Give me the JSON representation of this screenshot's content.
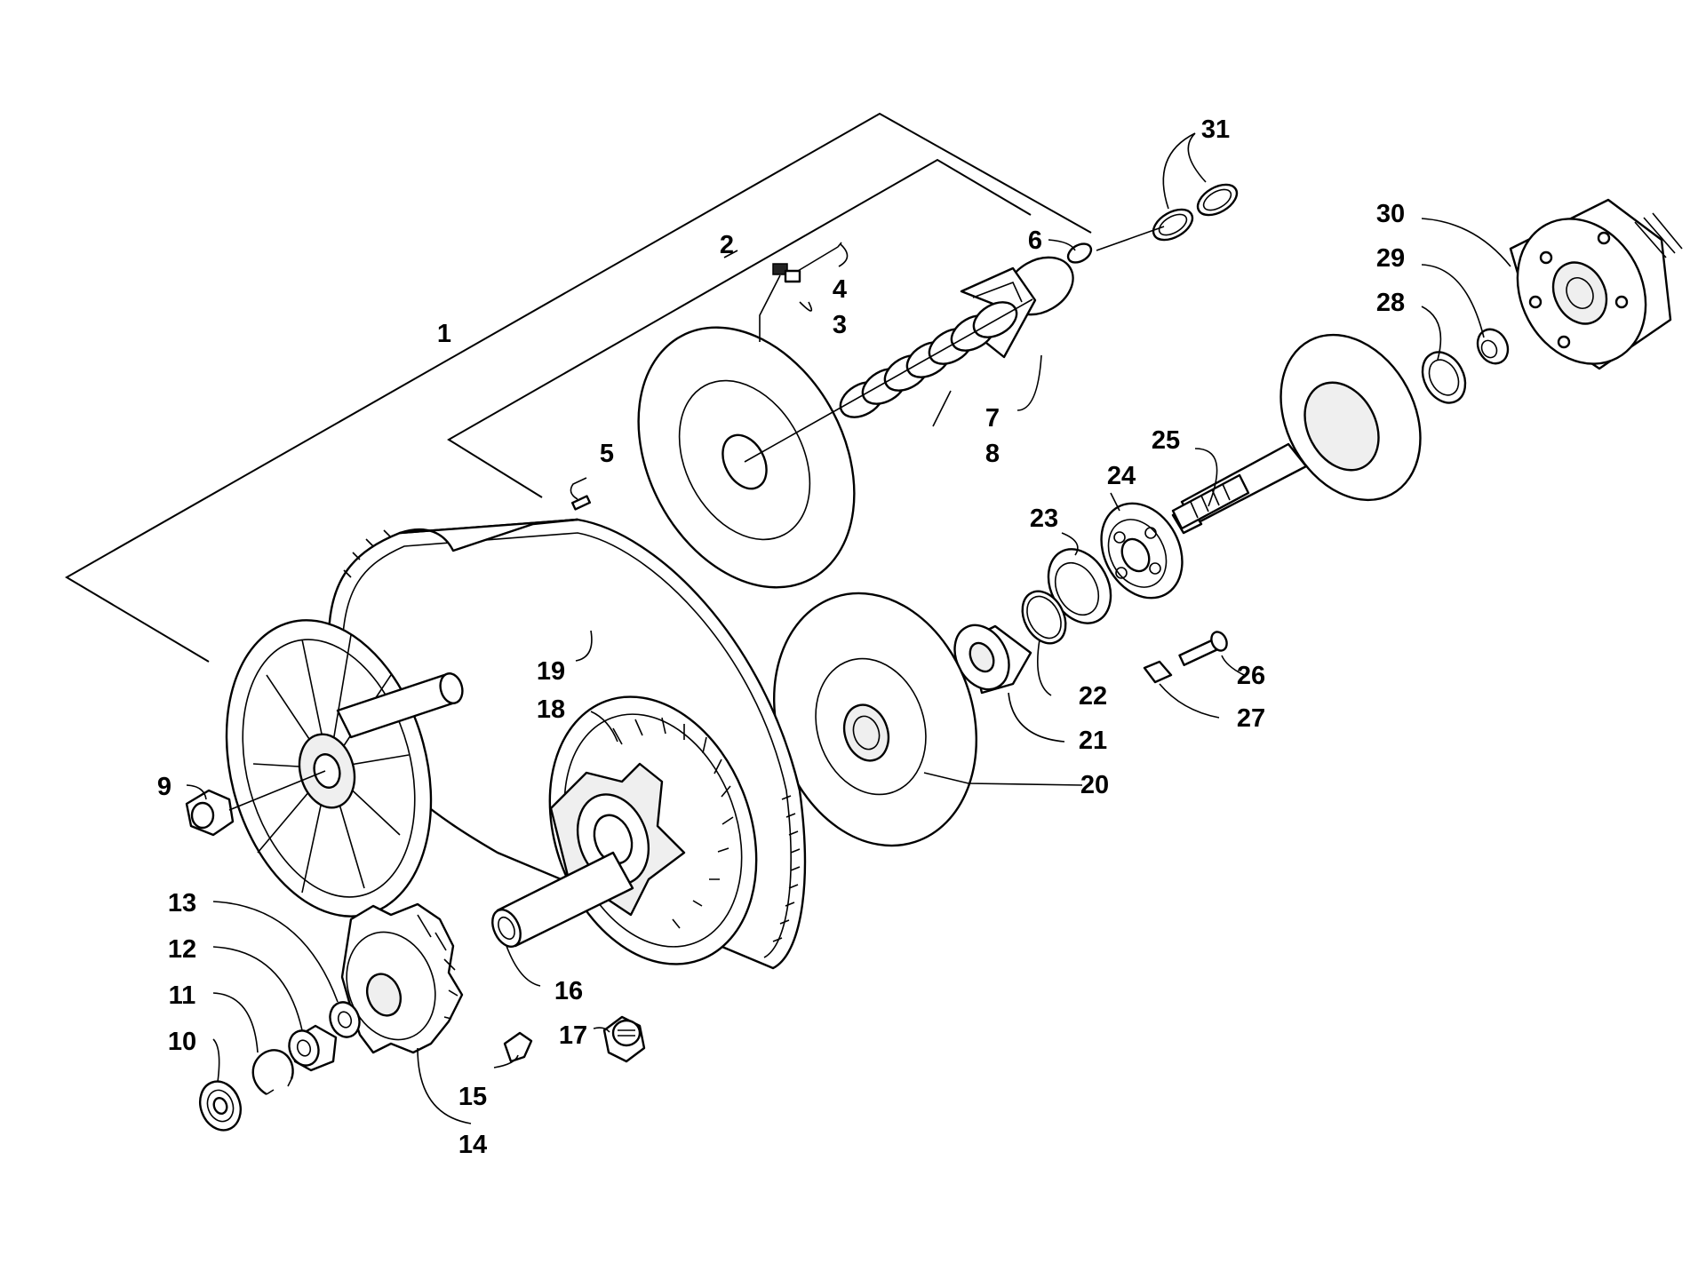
{
  "labels": [
    "1",
    "2",
    "3",
    "4",
    "5",
    "6",
    "7",
    "8",
    "9",
    "10",
    "11",
    "12",
    "13",
    "14",
    "15",
    "16",
    "17",
    "18",
    "19",
    "20",
    "21",
    "22",
    "23",
    "24",
    "25",
    "26",
    "27",
    "28",
    "29",
    "30",
    "31"
  ],
  "part_icons": {
    "cvt_belt": "drive-belt-icon",
    "primary_clutch": "sheave-icon",
    "secondary_clutch": "sheave-icon",
    "shaft": "shaft-icon",
    "bearing": "bearing-icon",
    "spring": "spring-icon",
    "nut": "nut-icon",
    "clutch_hub": "gear-hub-icon"
  },
  "colors": {
    "ink": "#000000",
    "paper": "#ffffff",
    "shade": "#efefef"
  }
}
